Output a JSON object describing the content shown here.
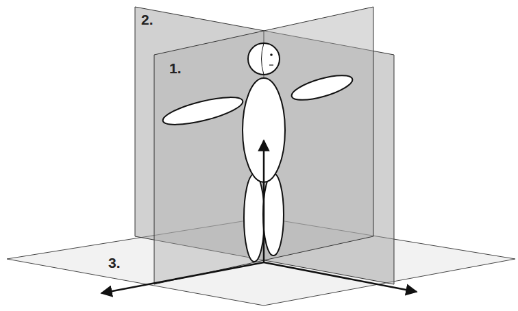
{
  "diagram": {
    "labels": [
      "2.",
      "1.",
      "3."
    ]
  }
}
